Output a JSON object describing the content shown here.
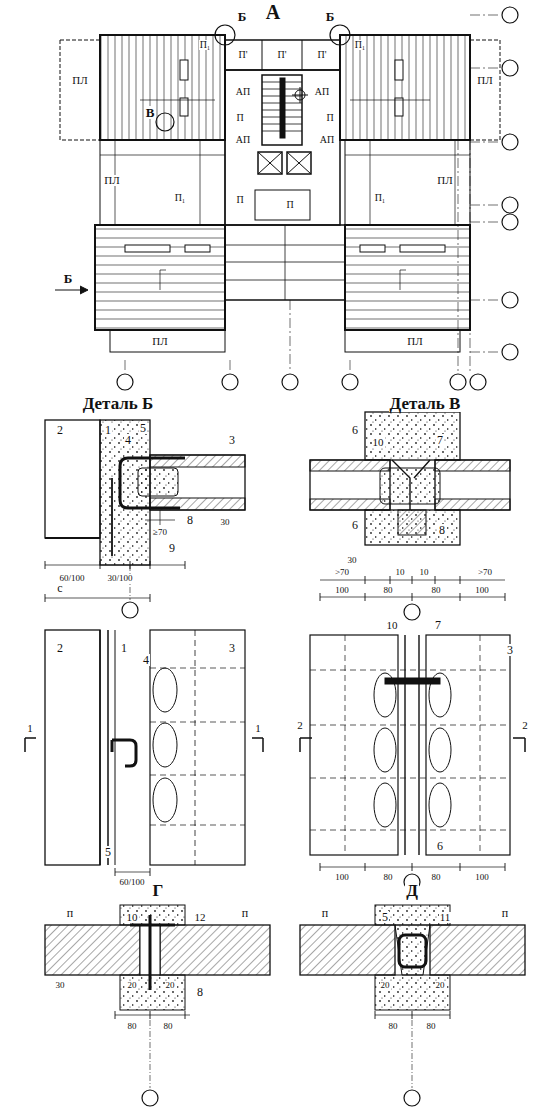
{
  "diagram": {
    "labels": [
      "А",
      "Б",
      "Б",
      "В",
      "Б",
      "ПЛ",
      "ПЛ",
      "П'",
      "П'",
      "П'",
      "АП",
      "АП",
      "П",
      "П",
      "АП",
      "АП",
      "П",
      "П",
      "ПЛ",
      "ПЛ",
      "ПЛ",
      "ПЛ",
      "П₁",
      "П₁",
      "П₁",
      "П₁",
      "Деталь Б",
      "2",
      "1",
      "4",
      "5",
      "3",
      "8",
      "≥70",
      "30",
      "9",
      "60/100",
      "30/100",
      "c",
      "2",
      "1",
      "4",
      "3",
      "1",
      "1",
      "5",
      "60/100",
      "Деталь В",
      "6",
      "10",
      "7",
      "8",
      "6",
      "30",
      ">70",
      "10",
      "10",
      ">70",
      "100",
      "80",
      "80",
      "100",
      "10",
      "7",
      "3",
      "2",
      "2",
      "6",
      "100",
      "80",
      "80",
      "100",
      "Г",
      "п",
      "10",
      "12",
      "п",
      "30",
      "20",
      "20",
      "8",
      "80",
      "80",
      "Д",
      "п",
      "5",
      "11",
      "п",
      "20",
      "20",
      "80",
      "80"
    ]
  }
}
